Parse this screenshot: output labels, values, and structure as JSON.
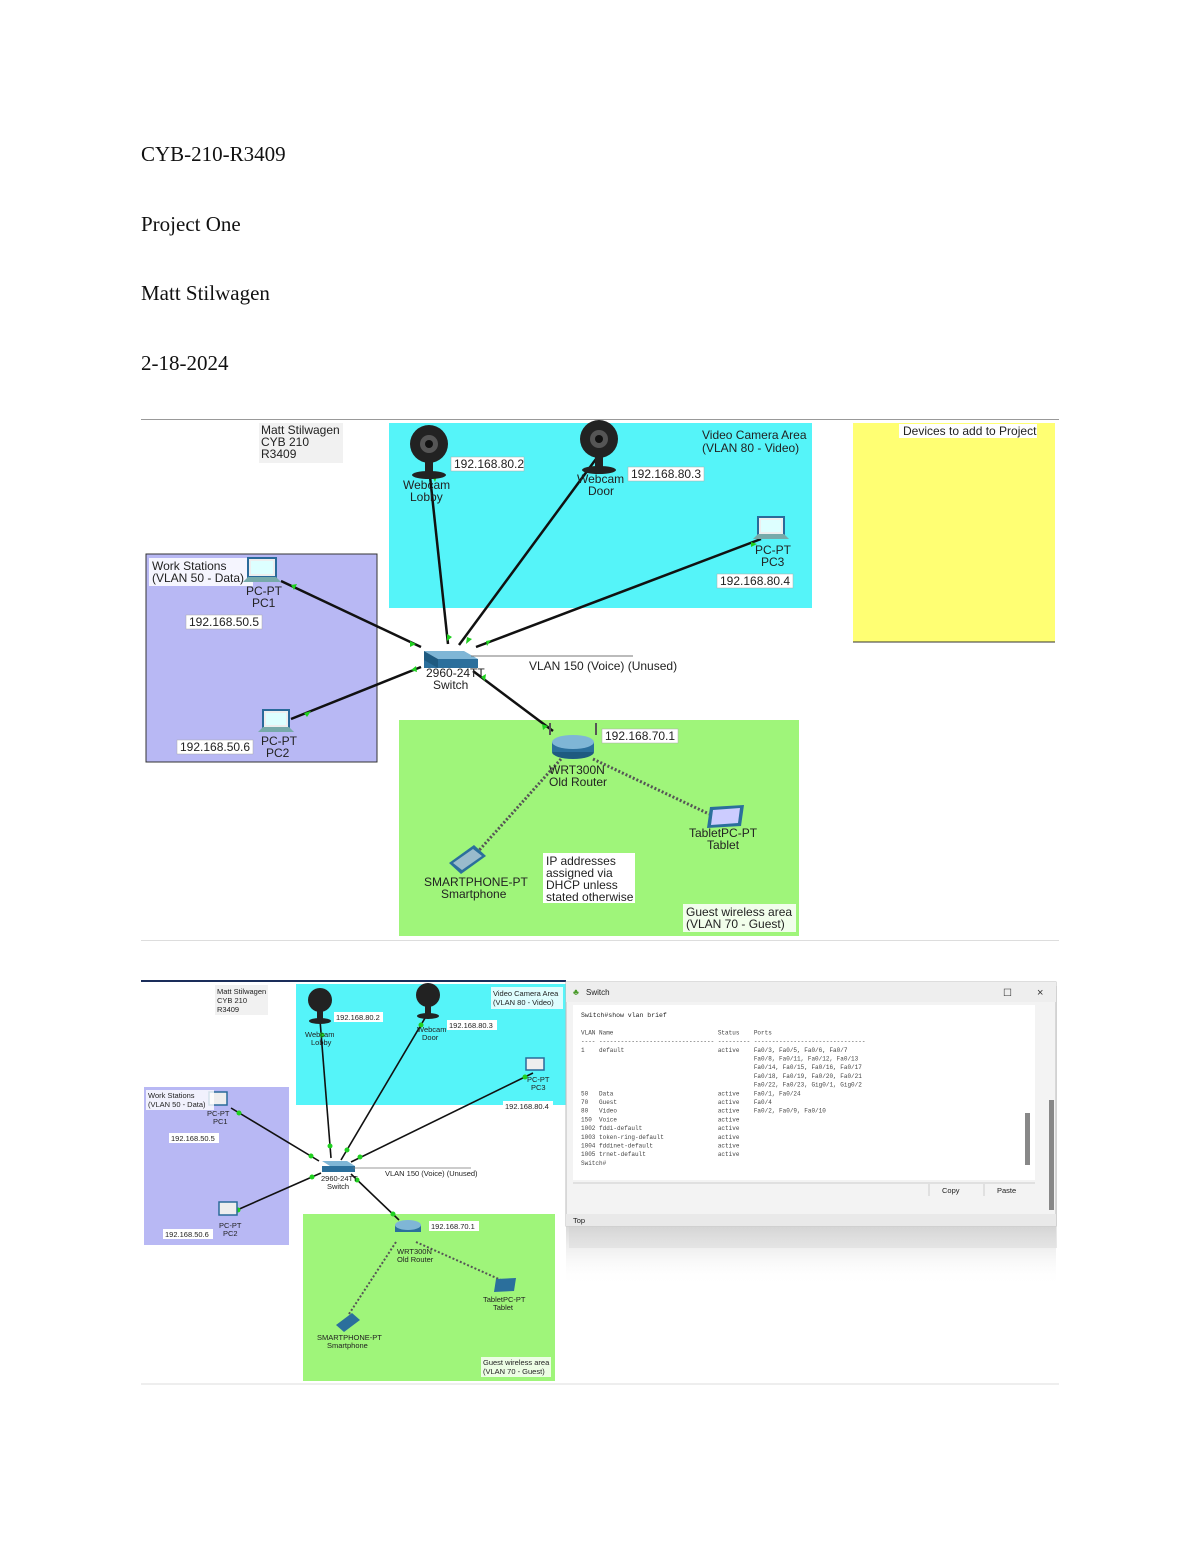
{
  "header": {
    "course": "CYB-210-R3409",
    "project": "Project One",
    "author": "Matt Stilwagen",
    "date": "2-18-2024"
  },
  "diagram1": {
    "note": [
      "Matt Stilwagen",
      "CYB 210",
      "R3409"
    ],
    "video_area": [
      "Video Camera Area",
      "(VLAN 80 - Video)"
    ],
    "work_area": [
      "Work Stations",
      "(VLAN 50 - Data)"
    ],
    "guest_area": [
      "Guest wireless area",
      "(VLAN 70 - Guest)"
    ],
    "devices_note": "Devices to add to Project",
    "webcam_lobby": [
      "Webcam",
      "Lobby"
    ],
    "webcam_door": [
      "Webcam",
      "Door"
    ],
    "pc3": [
      "PC-PT",
      "PC3"
    ],
    "pc1": [
      "PC-PT",
      "PC1"
    ],
    "pc2": [
      "PC-PT",
      "PC2"
    ],
    "switch": [
      "2960-24TT",
      "Switch"
    ],
    "router": [
      "WRT300N",
      "Old Router"
    ],
    "tablet": [
      "TabletPC-PT",
      "Tablet"
    ],
    "smartphone": [
      "SMARTPHONE-PT",
      "Smartphone"
    ],
    "ip_lobby": "192.168.80.2",
    "ip_door": "192.168.80.3",
    "ip_pc3": "192.168.80.4",
    "ip_pc1": "192.168.50.5",
    "ip_pc2": "192.168.50.6",
    "ip_router": "192.168.70.1",
    "vlan_voice": "VLAN 150 (Voice) (Unused)",
    "dhcp_note": [
      "IP addresses",
      "assigned via",
      "DHCP unless",
      "stated otherwise"
    ]
  },
  "cli_window": {
    "title": "Switch",
    "lines": [
      "Switch#show vlan brief",
      "",
      "VLAN Name                             Status    Ports",
      "---- -------------------------------- --------- -------------------------------",
      "1    default                          active    Fa0/3, Fa0/5, Fa0/6, Fa0/7",
      "                                                Fa0/8, Fa0/11, Fa0/12, Fa0/13",
      "                                                Fa0/14, Fa0/15, Fa0/16, Fa0/17",
      "                                                Fa0/18, Fa0/19, Fa0/20, Fa0/21",
      "                                                Fa0/22, Fa0/23, Gig0/1, Gig0/2",
      "50   Data                             active    Fa0/1, Fa0/24",
      "70   Guest                            active    Fa0/4",
      "80   Video                            active    Fa0/2, Fa0/9, Fa0/10",
      "150  Voice                            active",
      "1002 fddi-default                     active",
      "1003 token-ring-default               active",
      "1004 fddinet-default                  active",
      "1005 trnet-default                    active",
      "Switch#"
    ],
    "copy_label": "Copy",
    "paste_label": "Paste",
    "top_label": "Top"
  }
}
